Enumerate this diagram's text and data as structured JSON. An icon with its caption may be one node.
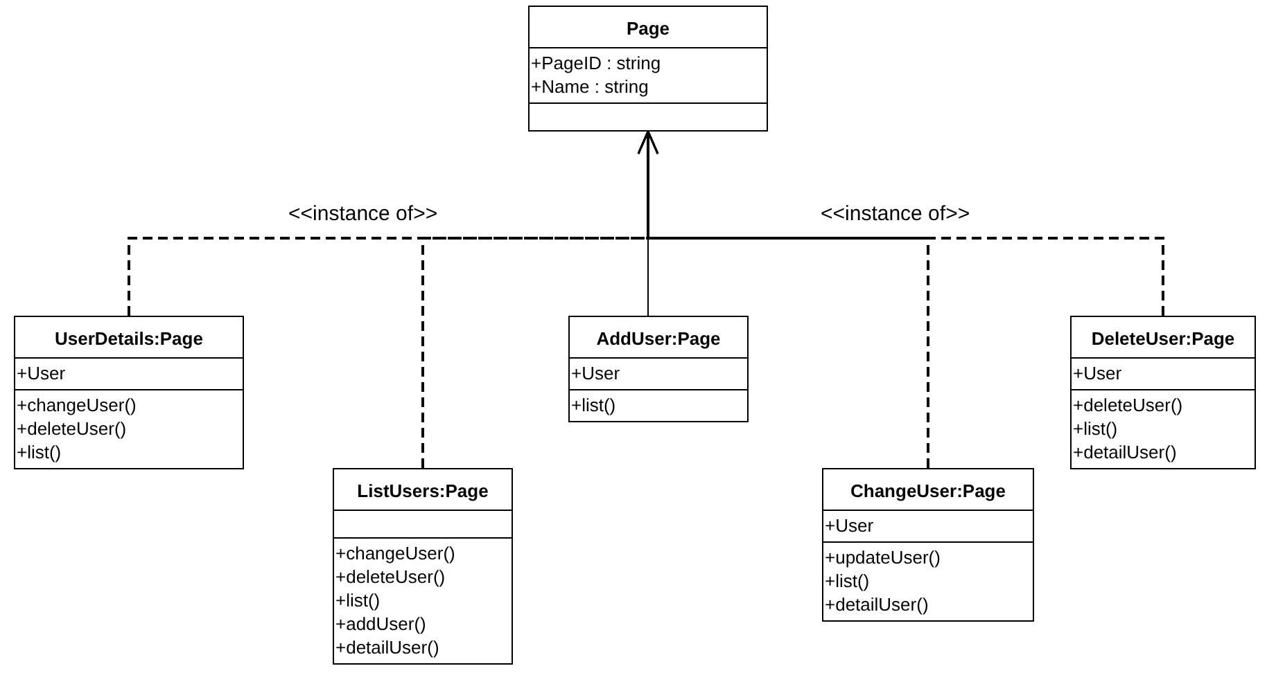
{
  "diagram": {
    "nodes": [
      {
        "text": [
          "Page",
          "+PageID : string",
          "+Name : string"
        ]
      },
      {
        "text": [
          "UserDetails:Page",
          "+User",
          "+changeUser()",
          "+deleteUser()",
          "+list()"
        ]
      },
      {
        "text": [
          "ListUsers:Page",
          "+changeUser()",
          "+deleteUser()",
          "+list()",
          "+addUser()",
          "+detailUser()"
        ]
      },
      {
        "text": [
          "AddUser:Page",
          "+User",
          "+list()"
        ]
      },
      {
        "text": [
          "ChangeUser:Page",
          "+User",
          "+updateUser()",
          "+list()",
          "+detailUser()"
        ]
      },
      {
        "text": [
          "DeleteUser:Page",
          "+User",
          "+deleteUser()",
          "+list()",
          "+detailUser()"
        ]
      }
    ],
    "edges": [
      {
        "from": 1,
        "to": 0,
        "arrow": "to",
        "style": "dashed"
      },
      {
        "from": 2,
        "to": 0,
        "arrow": "to",
        "style": "dashed",
        "label": "<<instance of>>"
      },
      {
        "from": 3,
        "to": 0,
        "arrow": "to"
      },
      {
        "from": 4,
        "to": 0,
        "arrow": "to",
        "style": "dashed",
        "label": "<<instance of>>"
      },
      {
        "from": 5,
        "to": 0,
        "arrow": "to",
        "style": "dashed"
      }
    ]
  }
}
